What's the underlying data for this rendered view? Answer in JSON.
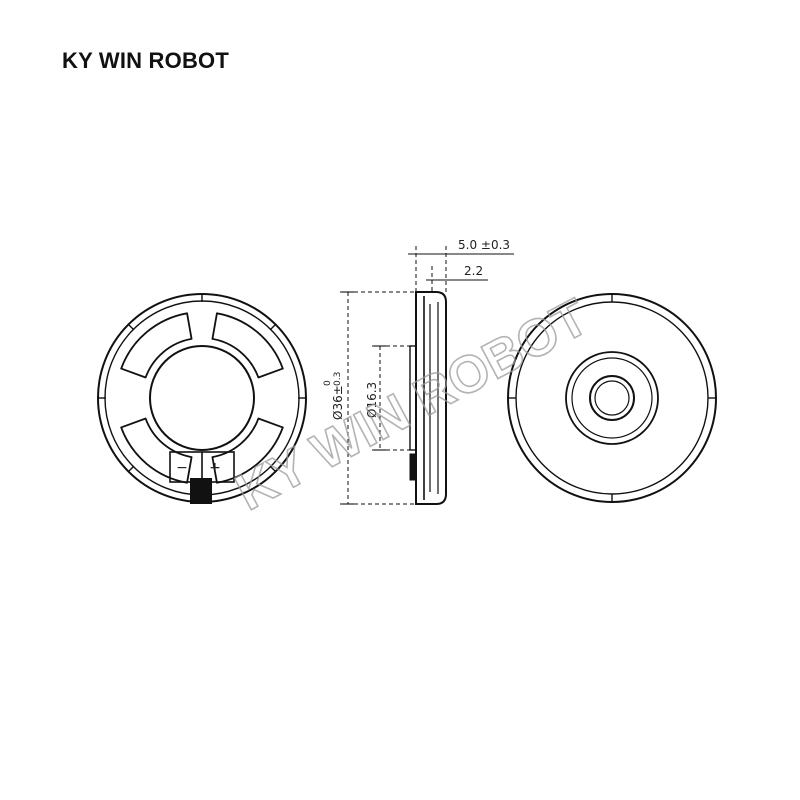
{
  "header": {
    "brand": "KY WIN ROBOT"
  },
  "watermark": {
    "text": "KY WIN ROBOT"
  },
  "dimensions": {
    "depth": "5.0 ±0.3",
    "cone_offset": "2.2",
    "outer_diameter": "Ø36±",
    "outer_tol_upper": "0",
    "outer_tol_lower": "0.3",
    "magnet_diameter": "Ø16.3"
  },
  "terminals": {
    "negative": "−",
    "positive": "+"
  },
  "colors": {
    "line": "#111111",
    "watermark": "#9a9a9a",
    "background": "#ffffff"
  }
}
